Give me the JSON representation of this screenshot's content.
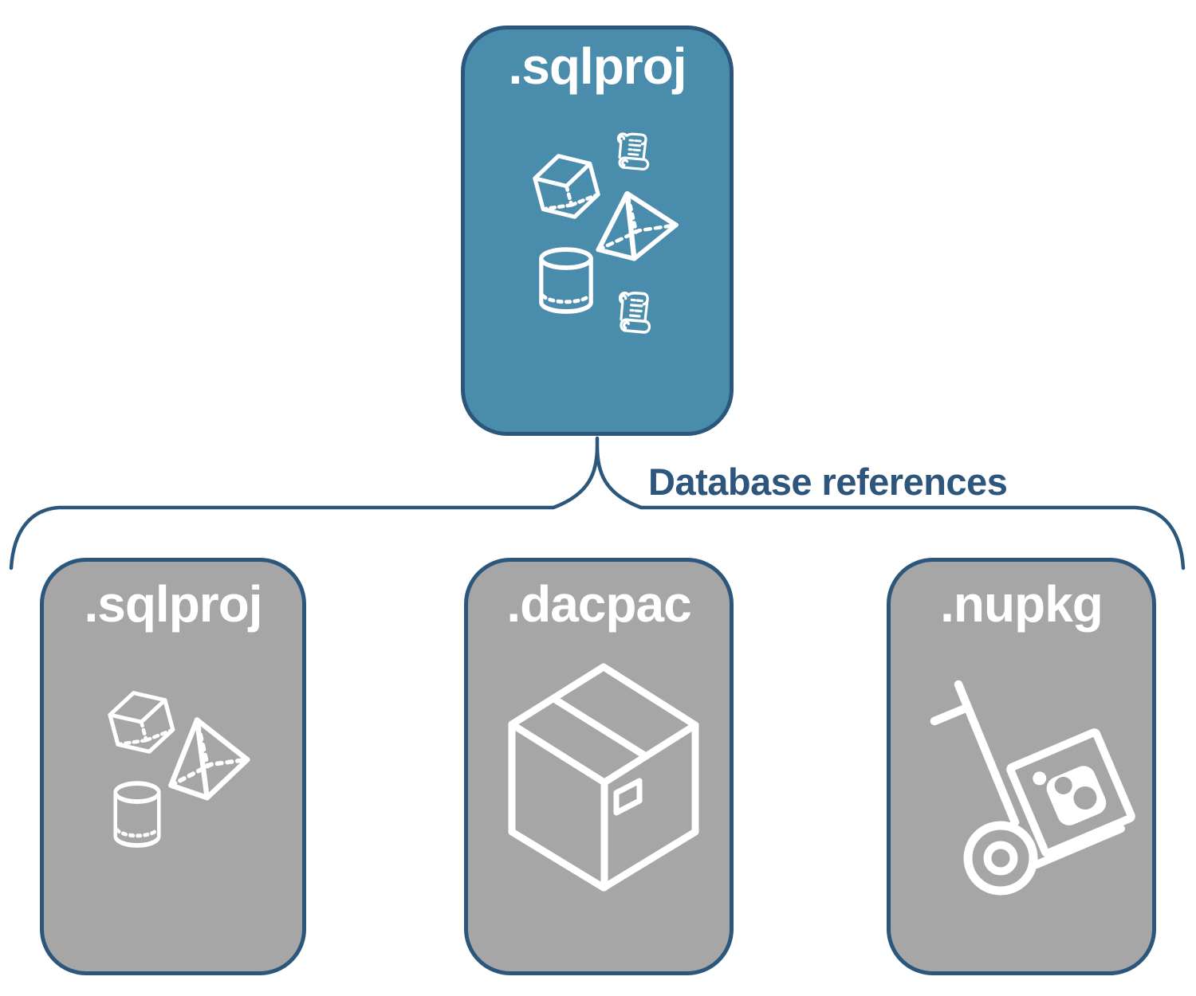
{
  "root": {
    "label": ".sqlproj"
  },
  "connector": {
    "label": "Database references"
  },
  "children": [
    {
      "label": ".sqlproj",
      "icon": "sql-3d-objects"
    },
    {
      "label": ".dacpac",
      "icon": "package-box"
    },
    {
      "label": ".nupkg",
      "icon": "nuget-hand-truck"
    }
  ],
  "colors": {
    "page-bg": "#FFFFFF",
    "border-blue": "#2C577C",
    "root-fill": "#4A8CAB",
    "child-fill": "#A6A6A6",
    "icon-white": "#FFFFFF",
    "connector-text": "#2E567C"
  }
}
